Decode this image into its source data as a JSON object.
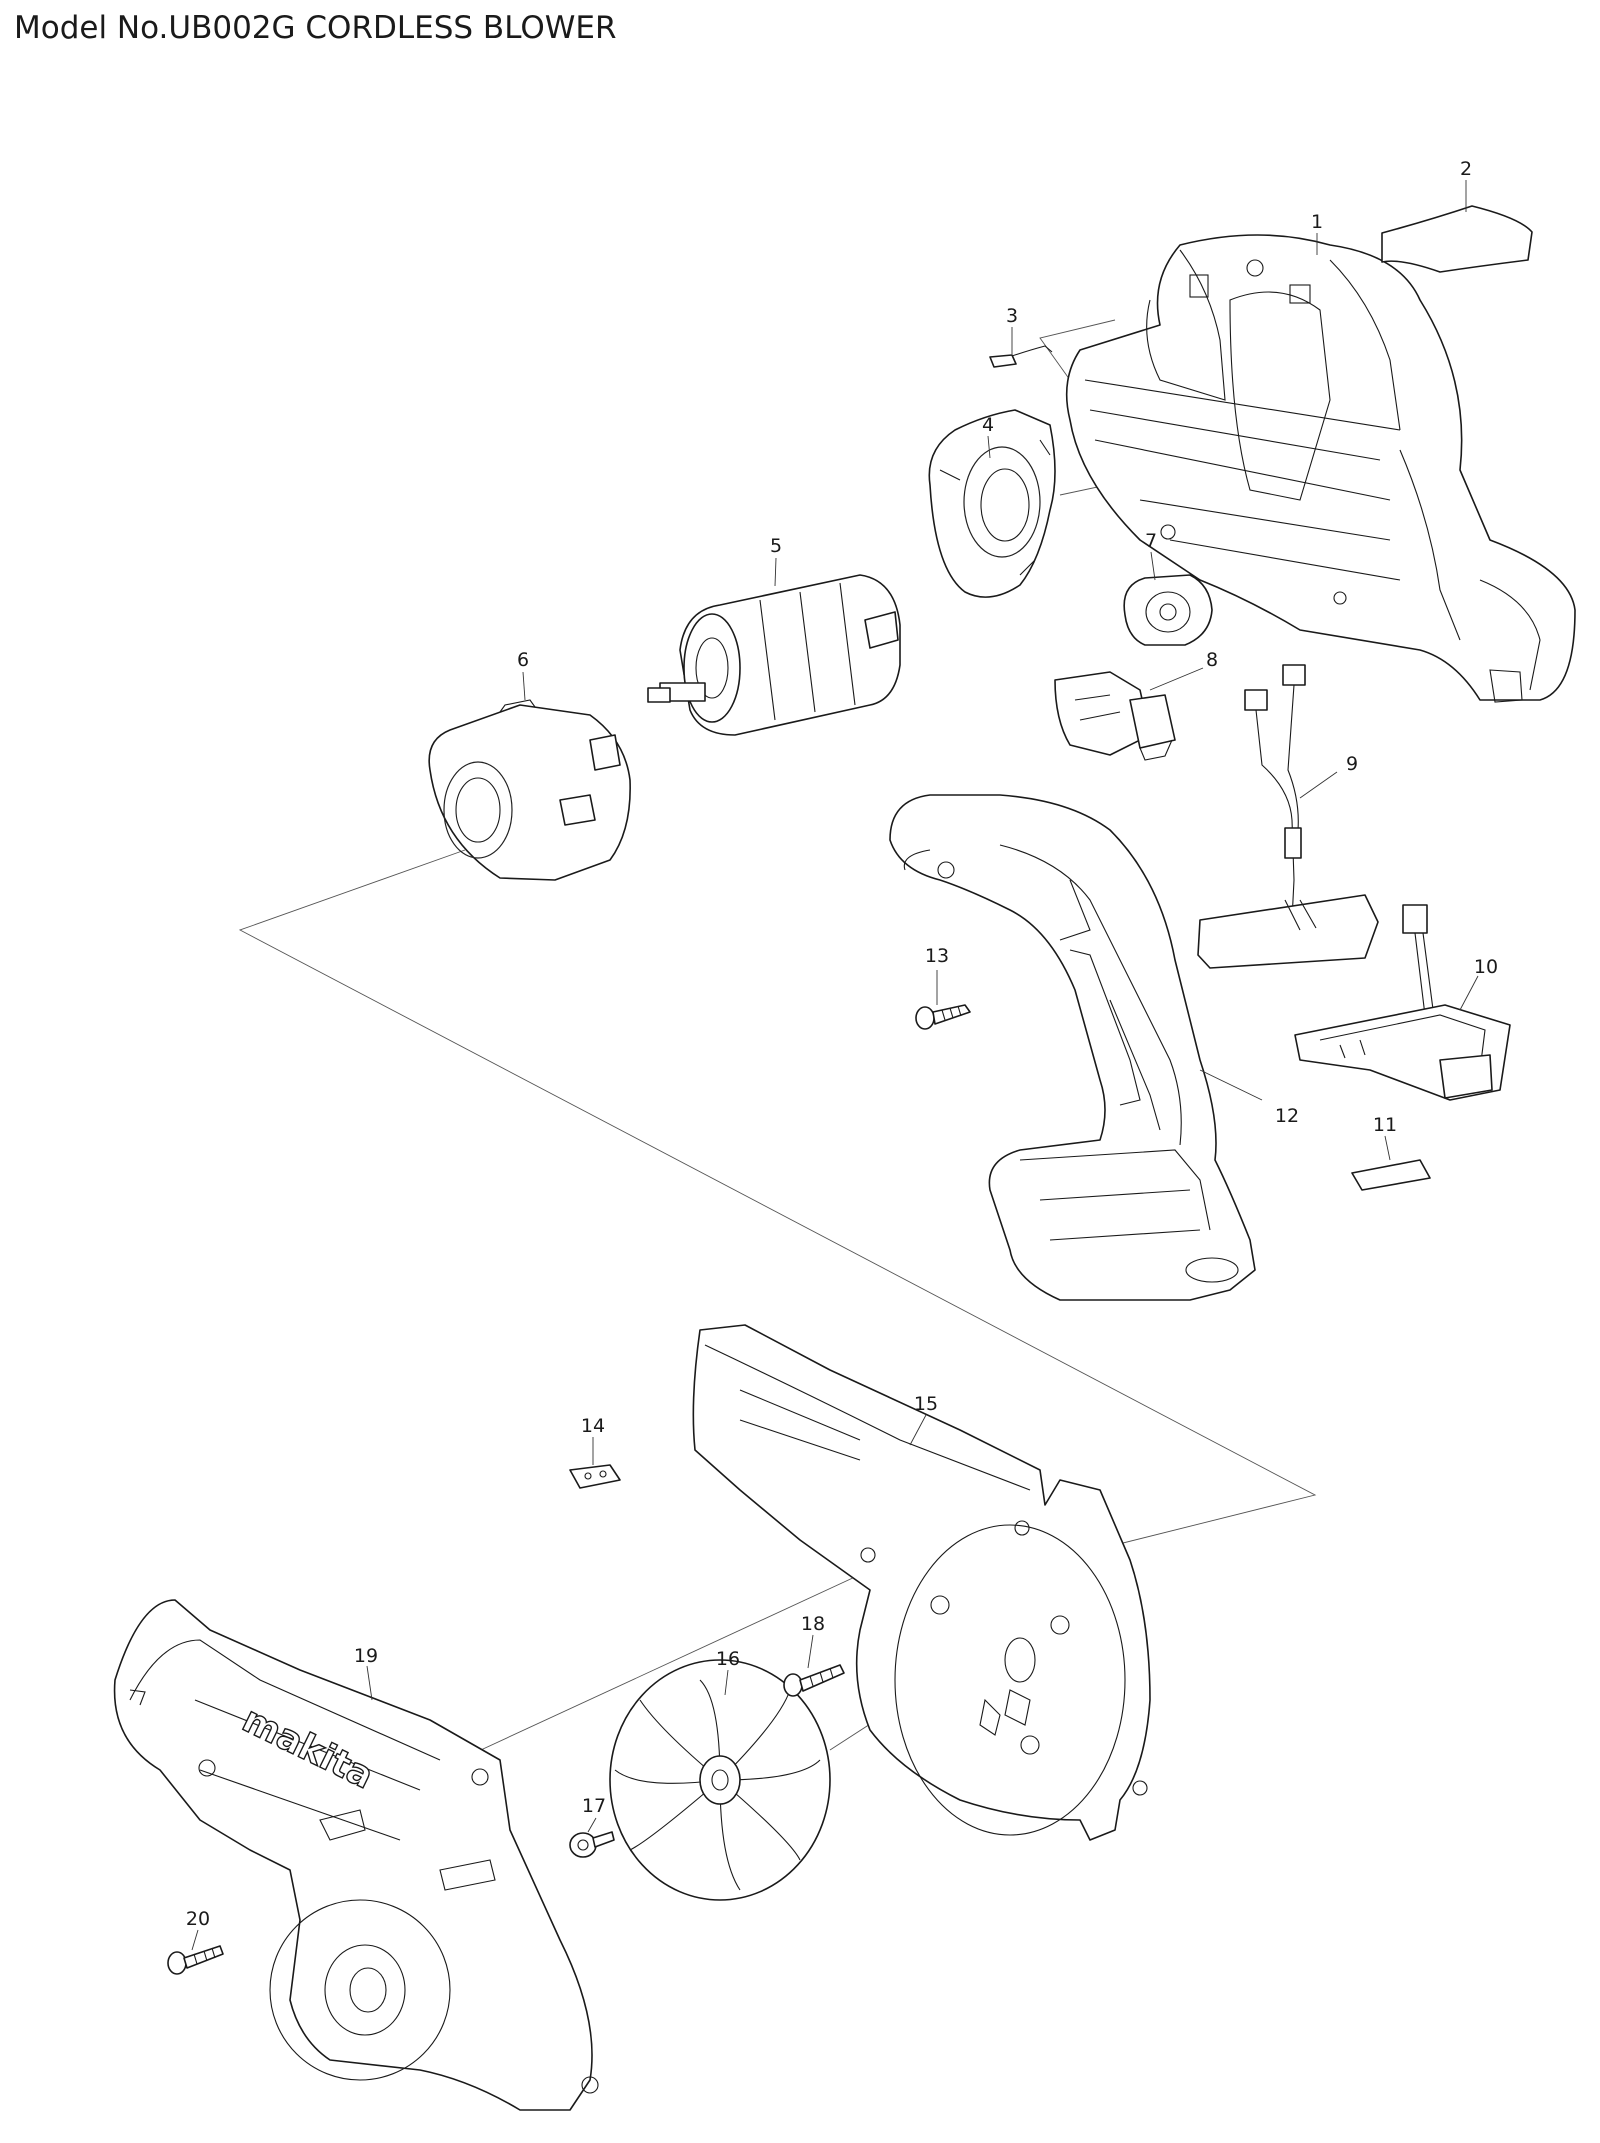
{
  "title": "Model No.UB002G CORDLESS BLOWER",
  "labels": {
    "p1": "1",
    "p2": "2",
    "p3": "3",
    "p4": "4",
    "p5": "5",
    "p6": "6",
    "p7": "7",
    "p8": "8",
    "p9": "9",
    "p10": "10",
    "p11": "11",
    "p12": "12",
    "p13": "13",
    "p14": "14",
    "p15": "15",
    "p16": "16",
    "p17": "17",
    "p18": "18",
    "p19": "19",
    "p20": "20"
  },
  "brand_text": "makita"
}
